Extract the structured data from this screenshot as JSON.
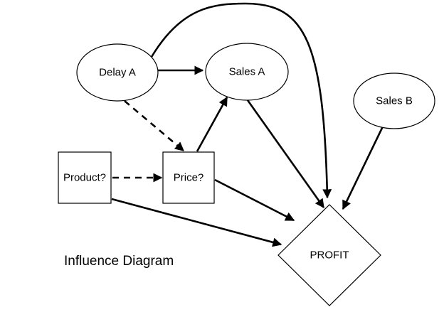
{
  "nodes": {
    "delay_a": {
      "label": "Delay A",
      "kind": "chance"
    },
    "sales_a": {
      "label": "Sales A",
      "kind": "chance"
    },
    "sales_b": {
      "label": "Sales B",
      "kind": "chance"
    },
    "product": {
      "label": "Product?",
      "kind": "decision"
    },
    "price": {
      "label": "Price?",
      "kind": "decision"
    },
    "profit": {
      "label": "PROFIT",
      "kind": "value"
    }
  },
  "edges": [
    {
      "from": "Delay A",
      "to": "Sales A",
      "style": "solid"
    },
    {
      "from": "Delay A",
      "to": "PROFIT",
      "style": "solid"
    },
    {
      "from": "Delay A",
      "to": "Price?",
      "style": "dashed"
    },
    {
      "from": "Product?",
      "to": "Price?",
      "style": "dashed"
    },
    {
      "from": "Price?",
      "to": "Sales A",
      "style": "solid"
    },
    {
      "from": "Sales A",
      "to": "PROFIT",
      "style": "solid"
    },
    {
      "from": "Sales B",
      "to": "PROFIT",
      "style": "solid"
    },
    {
      "from": "Price?",
      "to": "PROFIT",
      "style": "solid"
    },
    {
      "from": "Product?",
      "to": "PROFIT",
      "style": "solid"
    }
  ],
  "caption": "Influence Diagram",
  "colors": {
    "stroke": "#000000",
    "fill": "#ffffff",
    "background": "#ffffff"
  }
}
